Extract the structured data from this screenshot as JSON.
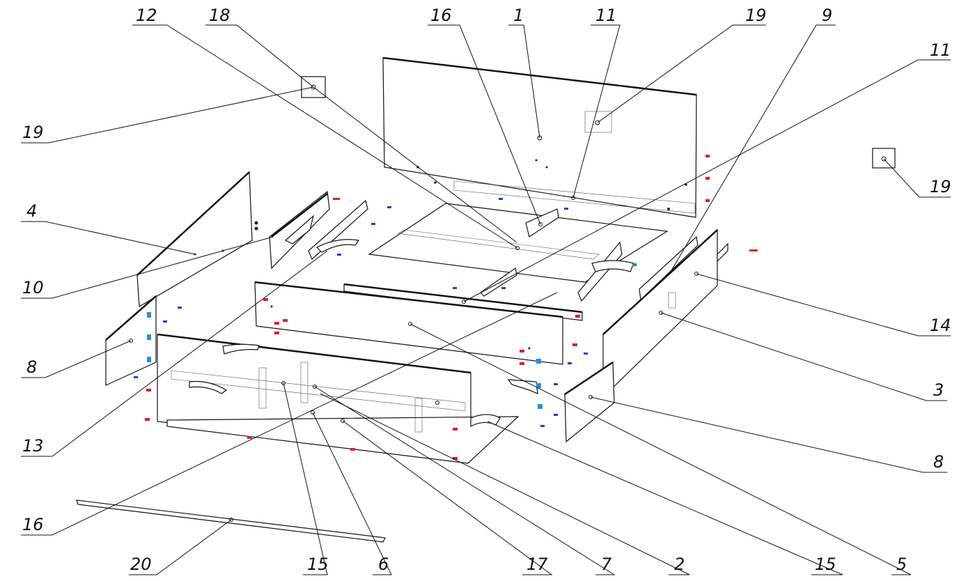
{
  "diagram": {
    "type": "exploded-assembly-drawing",
    "callouts": [
      {
        "id": "c12",
        "label": "12"
      },
      {
        "id": "c18",
        "label": "18"
      },
      {
        "id": "c16a",
        "label": "16"
      },
      {
        "id": "c1",
        "label": "1"
      },
      {
        "id": "c11a",
        "label": "11"
      },
      {
        "id": "c19a",
        "label": "19"
      },
      {
        "id": "c9",
        "label": "9"
      },
      {
        "id": "c11b",
        "label": "11"
      },
      {
        "id": "c19b",
        "label": "19"
      },
      {
        "id": "c19c",
        "label": "19"
      },
      {
        "id": "c4",
        "label": "4"
      },
      {
        "id": "c10",
        "label": "10"
      },
      {
        "id": "c8a",
        "label": "8"
      },
      {
        "id": "c13",
        "label": "13"
      },
      {
        "id": "c16b",
        "label": "16"
      },
      {
        "id": "c20",
        "label": "20"
      },
      {
        "id": "c15a",
        "label": "15"
      },
      {
        "id": "c6",
        "label": "6"
      },
      {
        "id": "c17",
        "label": "17"
      },
      {
        "id": "c7",
        "label": "7"
      },
      {
        "id": "c2",
        "label": "2"
      },
      {
        "id": "c15b",
        "label": "15"
      },
      {
        "id": "c5",
        "label": "5"
      },
      {
        "id": "c14",
        "label": "14"
      },
      {
        "id": "c3",
        "label": "3"
      },
      {
        "id": "c8b",
        "label": "8"
      }
    ],
    "colors": {
      "line": "#111111",
      "fastener_red": "#e02020",
      "fastener_blue": "#1a3fd6",
      "fastener_lightblue": "#2b8de0",
      "fastener_green": "#1a9a3a"
    }
  }
}
